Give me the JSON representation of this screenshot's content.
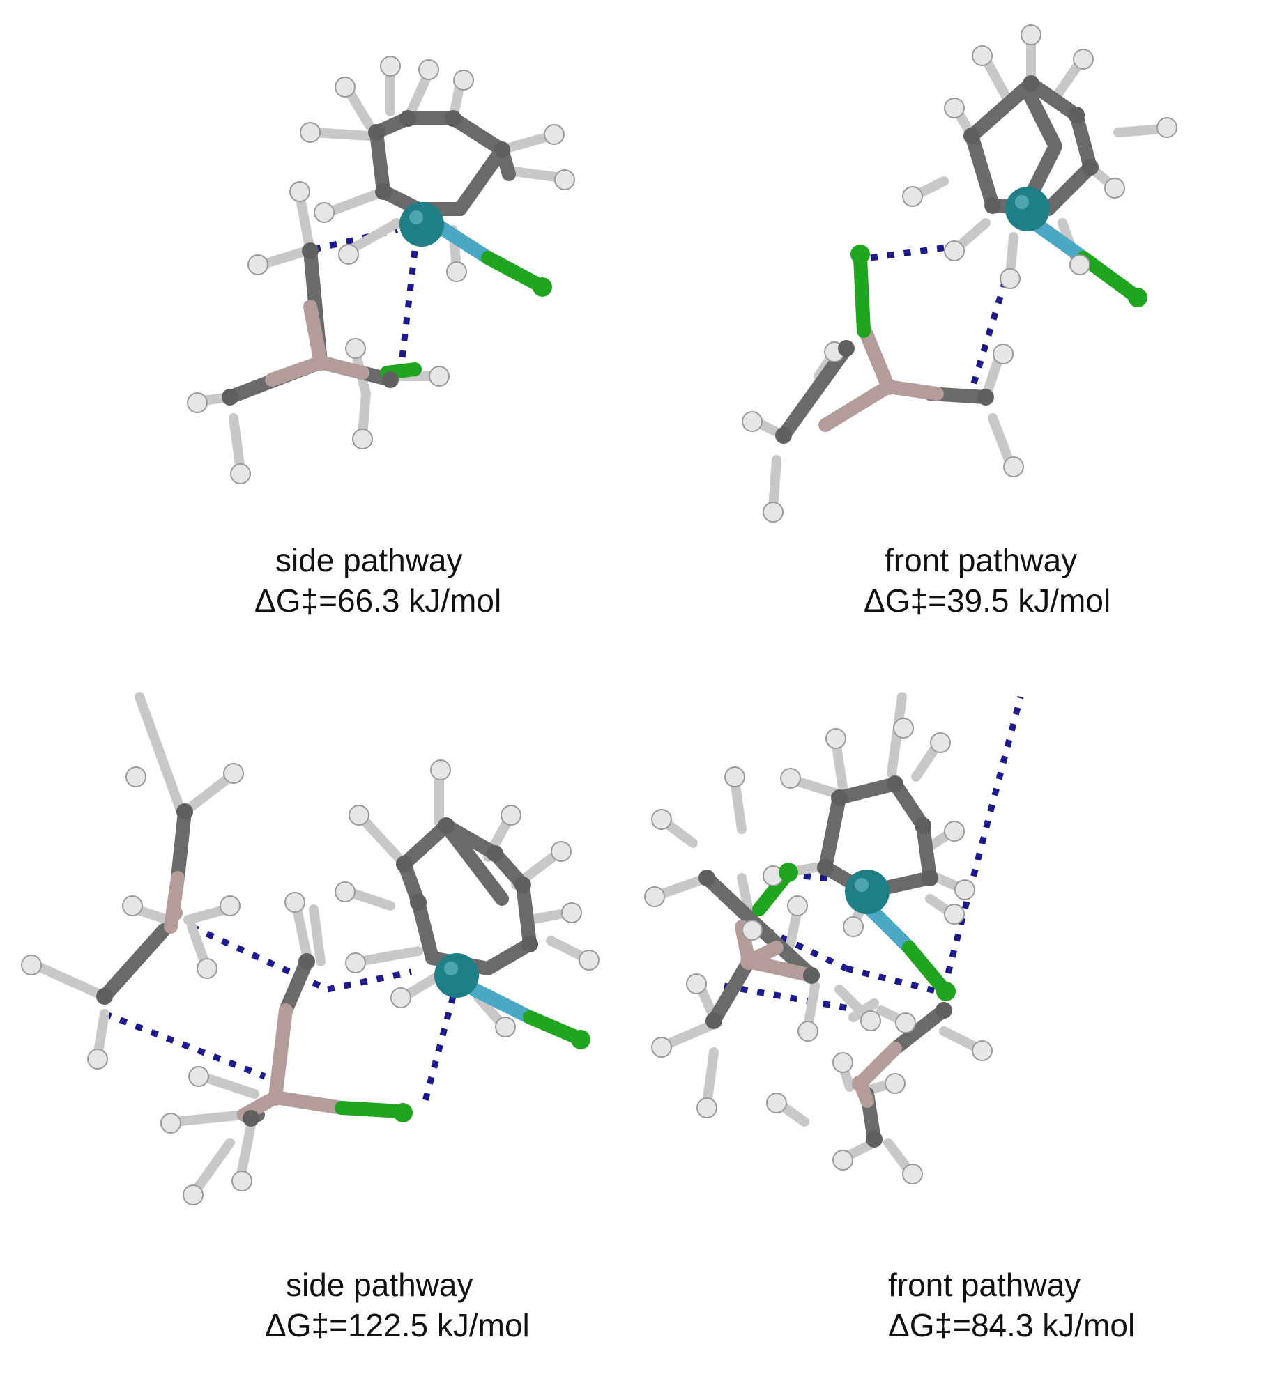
{
  "panels": [
    {
      "id": "top-left",
      "pathway": "side pathway",
      "energy": "ΔG‡=66.3 kJ/mol"
    },
    {
      "id": "top-right",
      "pathway": "front pathway",
      "energy": "ΔG‡=39.5 kJ/mol"
    },
    {
      "id": "bottom-left",
      "pathway": "side pathway",
      "energy": "ΔG‡=122.5 kJ/mol"
    },
    {
      "id": "bottom-right",
      "pathway": "front pathway",
      "energy": "ΔG‡=84.3 kJ/mol"
    }
  ],
  "colors": {
    "carbon": "#5f5f5f",
    "carbon_bond": "#6a6a6a",
    "hydrogen": "#e6e6e6",
    "hydrogen_bond": "#c8c8c8",
    "chlorine": "#1fa51f",
    "metal": "#1f7f87",
    "metal_bond": "#4aa8c4",
    "aluminum": "#b49c9a",
    "interaction": "#1c1a8c"
  }
}
